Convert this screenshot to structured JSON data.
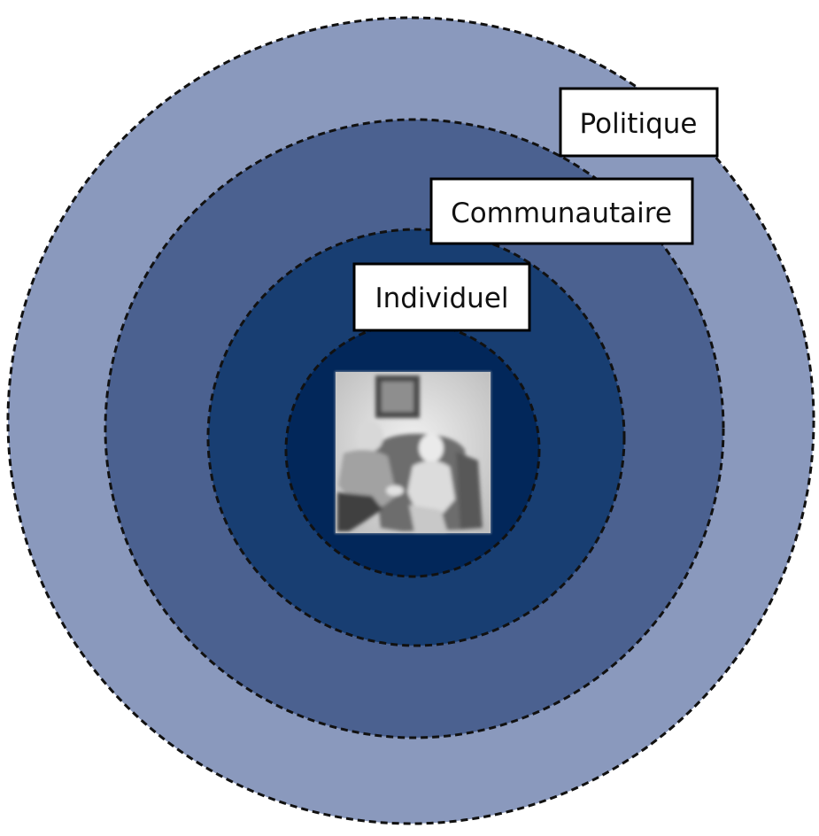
{
  "diagram": {
    "levels": [
      {
        "label": "Politique",
        "fill": "#8a99bd"
      },
      {
        "label": "Communautaire",
        "fill": "#4b6190"
      },
      {
        "label": "Individuel",
        "fill": "#183e72"
      },
      {
        "label": "",
        "fill": "#02275a"
      }
    ],
    "dash_color": "#111111",
    "center_photo": "grayscale photograph of an elderly couple seated in an armchair"
  }
}
